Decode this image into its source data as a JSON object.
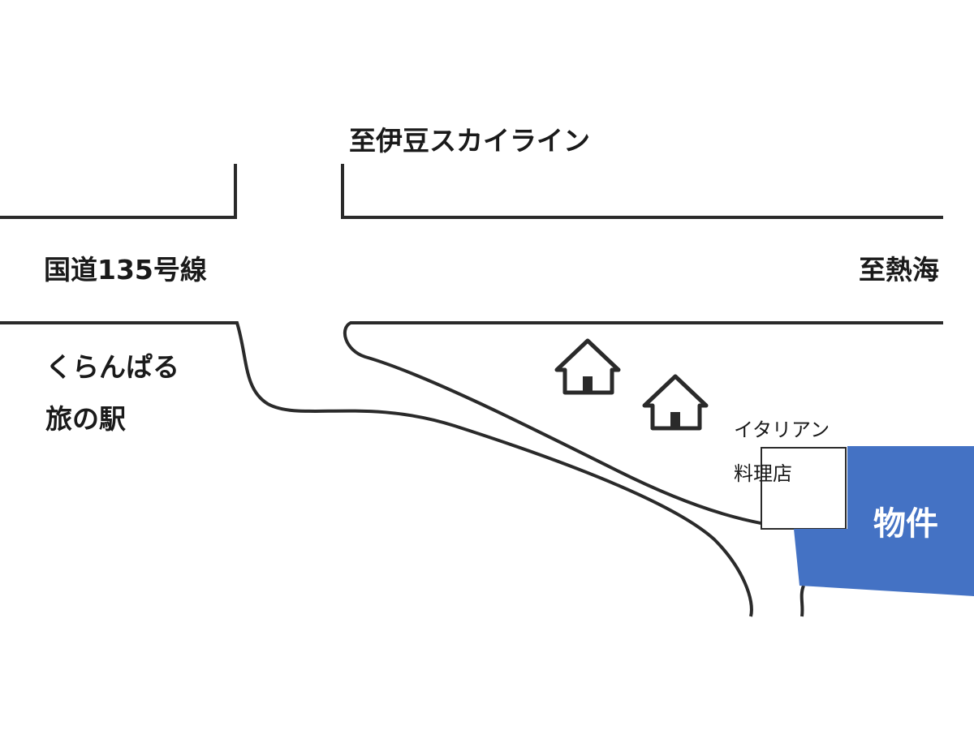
{
  "labels": {
    "skyline": "至伊豆スカイライン",
    "route135": "国道135号線",
    "atami": "至熱海",
    "kurapal_line1": "くらんぱる",
    "kurapal_line2": "旅の駅",
    "italian_line1": "イタリアン",
    "italian_line2": "料理店",
    "property": "物件"
  },
  "icons": [
    "house-icon",
    "house-icon"
  ],
  "colors": {
    "road_line": "#2a2a2a",
    "property_fill": "#4472c4",
    "background": "#ffffff"
  }
}
